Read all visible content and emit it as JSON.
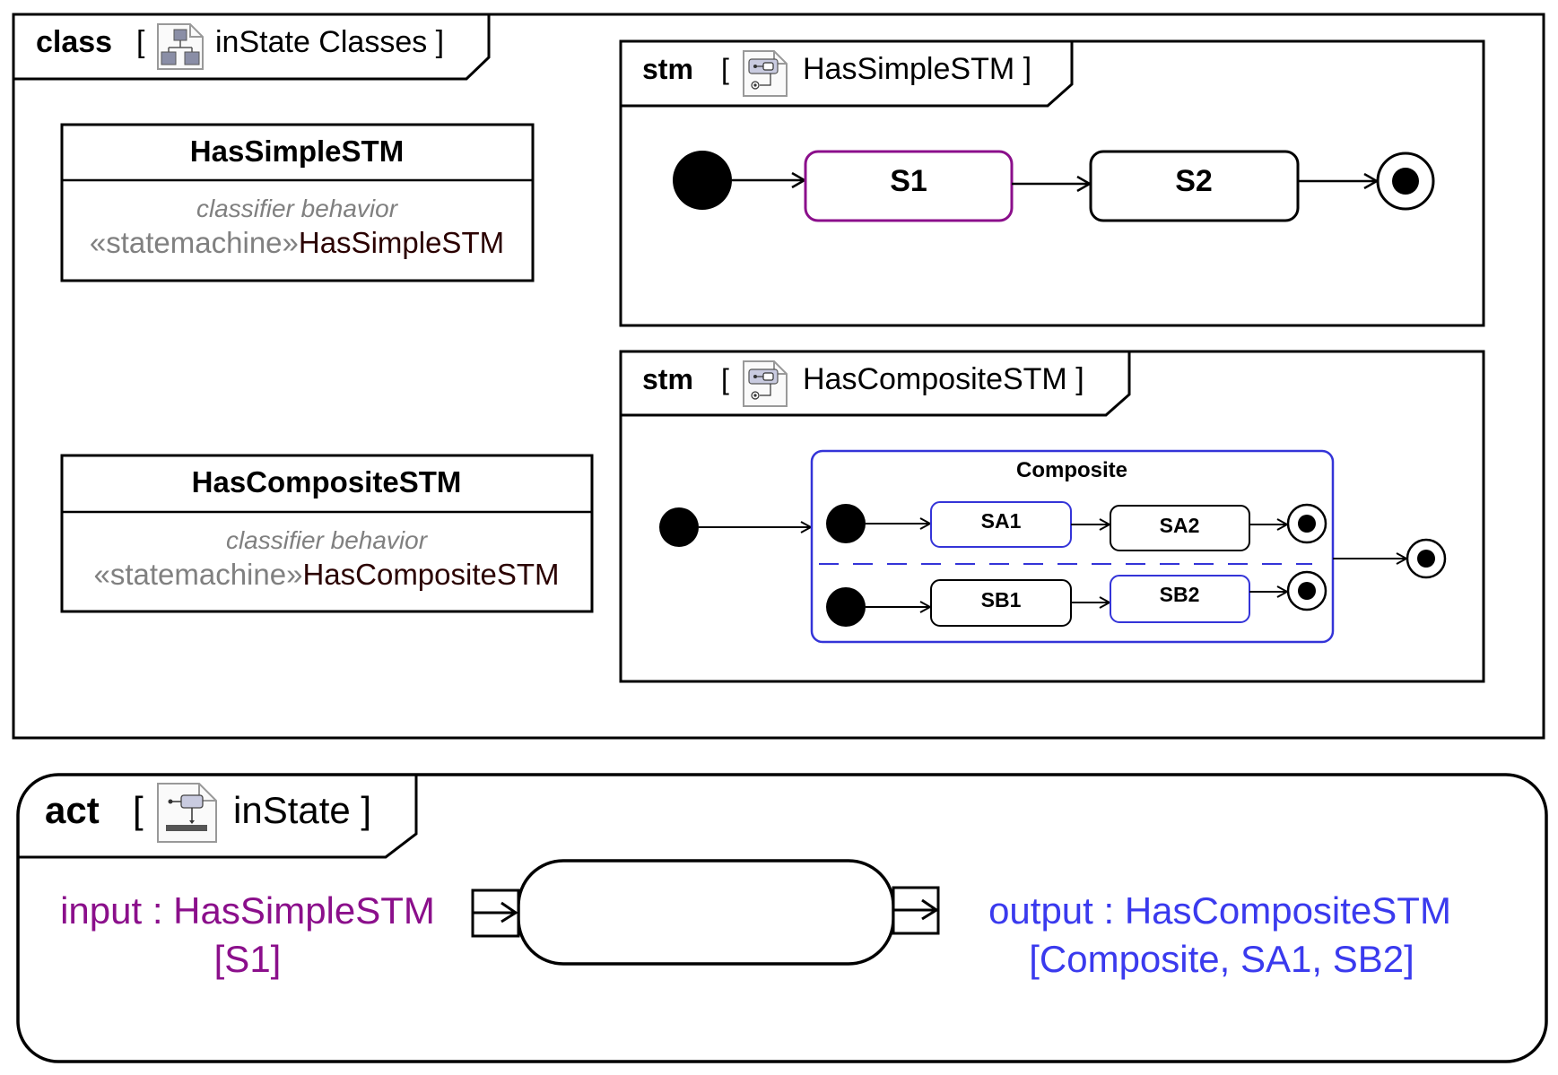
{
  "class_frame": {
    "kind": "class",
    "name": "inState Classes",
    "icon": "class-diagram-icon",
    "classes": [
      {
        "name": "HasSimpleSTM",
        "compartment_label": "classifier behavior",
        "stereotype": "«statemachine»",
        "behavior": "HasSimpleSTM"
      },
      {
        "name": "HasCompositeSTM",
        "compartment_label": "classifier behavior",
        "stereotype": "«statemachine»",
        "behavior": "HasCompositeSTM"
      }
    ]
  },
  "simple_stm": {
    "kind": "stm",
    "name": "HasSimpleSTM ]",
    "open_bracket": "[",
    "icon": "state-machine-icon",
    "states": [
      {
        "name": "S1",
        "highlight": "#8b0f8b"
      },
      {
        "name": "S2",
        "highlight": "#000000"
      }
    ]
  },
  "composite_stm": {
    "kind": "stm",
    "name": "HasCompositeSTM ]",
    "open_bracket": "[",
    "icon": "state-machine-icon",
    "composite": {
      "name": "Composite",
      "highlight": "#3434d8",
      "region_a": [
        {
          "name": "SA1",
          "highlight": "#3434d8"
        },
        {
          "name": "SA2",
          "highlight": "#000000"
        }
      ],
      "region_b": [
        {
          "name": "SB1",
          "highlight": "#000000"
        },
        {
          "name": "SB2",
          "highlight": "#3434d8"
        }
      ]
    }
  },
  "activity": {
    "kind": "act",
    "name": "inState ]",
    "open_bracket": "[",
    "icon": "activity-diagram-icon",
    "input": {
      "label": "input : HasSimpleSTM",
      "states": "[S1]",
      "color": "#8b0f8b"
    },
    "output": {
      "label": "output : HasCompositeSTM",
      "states": "[Composite, SA1, SB2]",
      "color": "#3a3aee"
    }
  },
  "colors": {
    "line": "#000000",
    "gray_text": "#808080",
    "dark_red_text": "#2a0000",
    "purple": "#8b0f8b",
    "blue": "#3434d8"
  }
}
